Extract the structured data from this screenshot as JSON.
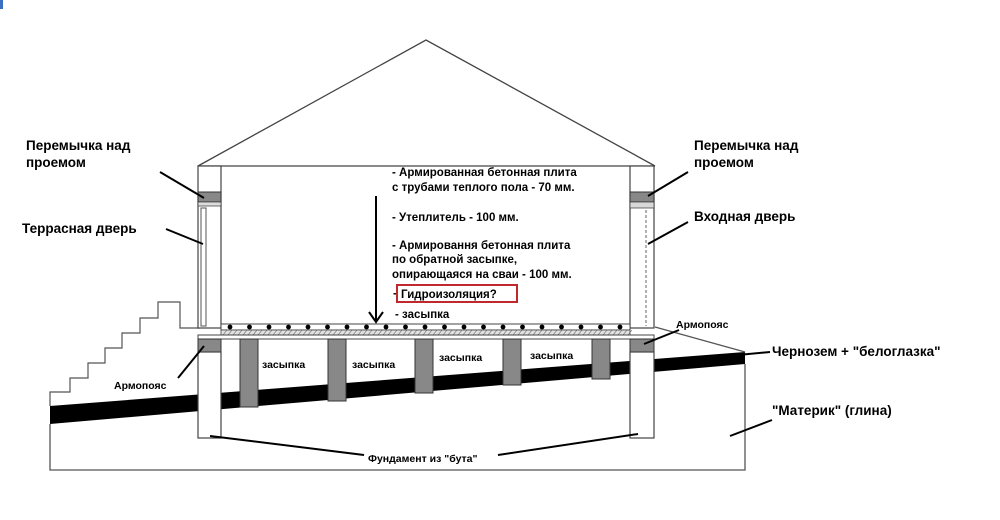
{
  "labels": {
    "lintel_left_1": "Перемычка над",
    "lintel_left_2": "проемом",
    "lintel_right_1": "Перемычка над",
    "lintel_right_2": "проемом",
    "terrace_door": "Террасная дверь",
    "entrance_door": "Входная дверь",
    "armopoyas_left": "Армопояс",
    "armopoyas_right": "Армопояс",
    "topsoil": "Чернозем + \"белоглазка\"",
    "subsoil": "\"Материк\" (глина)",
    "foundation": "Фундамент из \"бута\""
  },
  "layers": {
    "slab_1": "- Армированная бетонная плита",
    "slab_2": "с трубами теплого пола - 70 мм.",
    "insulation": "- Утеплитель - 100 мм.",
    "base_1": "- Армировання бетонная плита",
    "base_2": "по обратной засыпке,",
    "base_3": "опирающаяся на сваи  - 100 мм.",
    "waterproof_dash": "-",
    "waterproofing": "Гидроизоляция?",
    "backfill": "-   засыпка"
  },
  "backfill_cells": [
    "засыпка",
    "засыпка",
    "засыпка",
    "засыпка"
  ],
  "colors": {
    "wall_fill": "#888888",
    "soil_dark": "#000000",
    "highlight_box": "#c0282d"
  }
}
